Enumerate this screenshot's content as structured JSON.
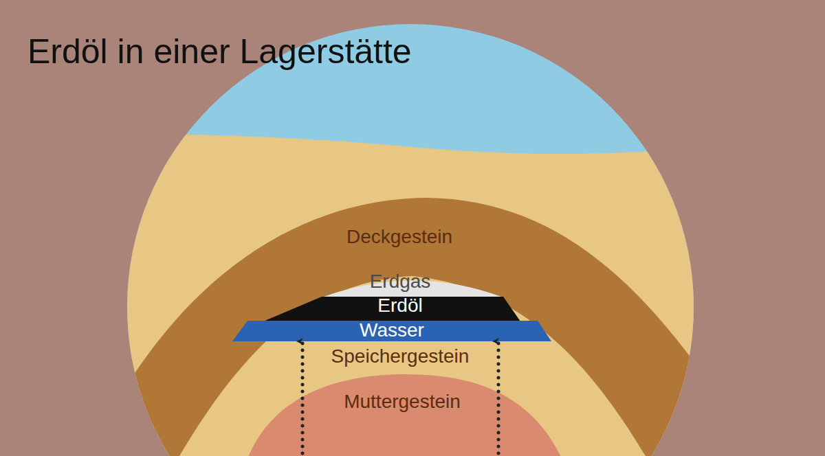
{
  "diagram": {
    "title": "Erdöl in einer Lagerstätte",
    "nodes": [
      {
        "text": [
          "Deckgestein"
        ]
      },
      {
        "text": [
          "Erdgas"
        ]
      },
      {
        "text": [
          "Erdöl"
        ]
      },
      {
        "text": [
          "Wasser"
        ]
      },
      {
        "text": [
          "Speichergestein"
        ]
      },
      {
        "text": [
          "Muttergestein"
        ]
      }
    ],
    "edges": [
      {
        "from": 5,
        "to": 3,
        "arrow": "to"
      },
      {
        "from": 5,
        "to": 3,
        "arrow": "to"
      }
    ]
  }
}
